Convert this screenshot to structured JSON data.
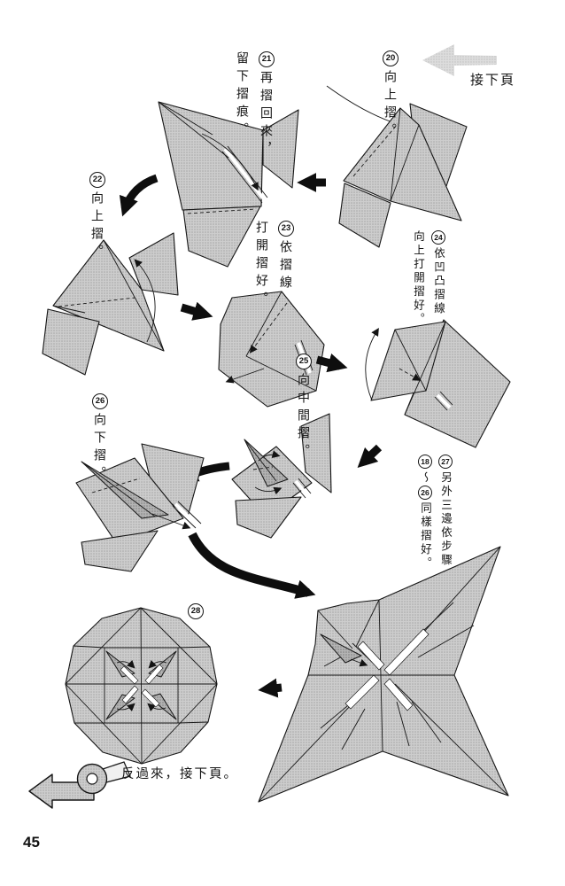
{
  "page": {
    "number": "45"
  },
  "colors": {
    "ink": "#111111",
    "paper_gray": "#c2c2c2",
    "light_arrow": "#d2d2d2",
    "background": "#ffffff"
  },
  "header": {
    "next_page_label": "接下頁"
  },
  "steps": {
    "s20": {
      "num": "20",
      "text": "向上摺。"
    },
    "s21": {
      "num": "21",
      "text": "再摺回來，\n留下摺痕。"
    },
    "s22": {
      "num": "22",
      "text": "向上摺。"
    },
    "s23": {
      "num": "23",
      "text": "依摺線\n打開摺好。"
    },
    "s24": {
      "num": "24",
      "text": "依凹凸摺線\n向上打開摺好。"
    },
    "s25": {
      "num": "25",
      "text": "向中間摺。"
    },
    "s26": {
      "num": "26",
      "text": "向下摺。"
    },
    "s27": {
      "num": "27",
      "text_a": "另外三邊依步驟\n",
      "num_from": "18",
      "tilde": "～",
      "num_to": "26",
      "text_b": "同樣摺好。"
    },
    "s28": {
      "num": "28"
    }
  },
  "footer": {
    "turn_over_label": "反過來，接下頁。"
  }
}
